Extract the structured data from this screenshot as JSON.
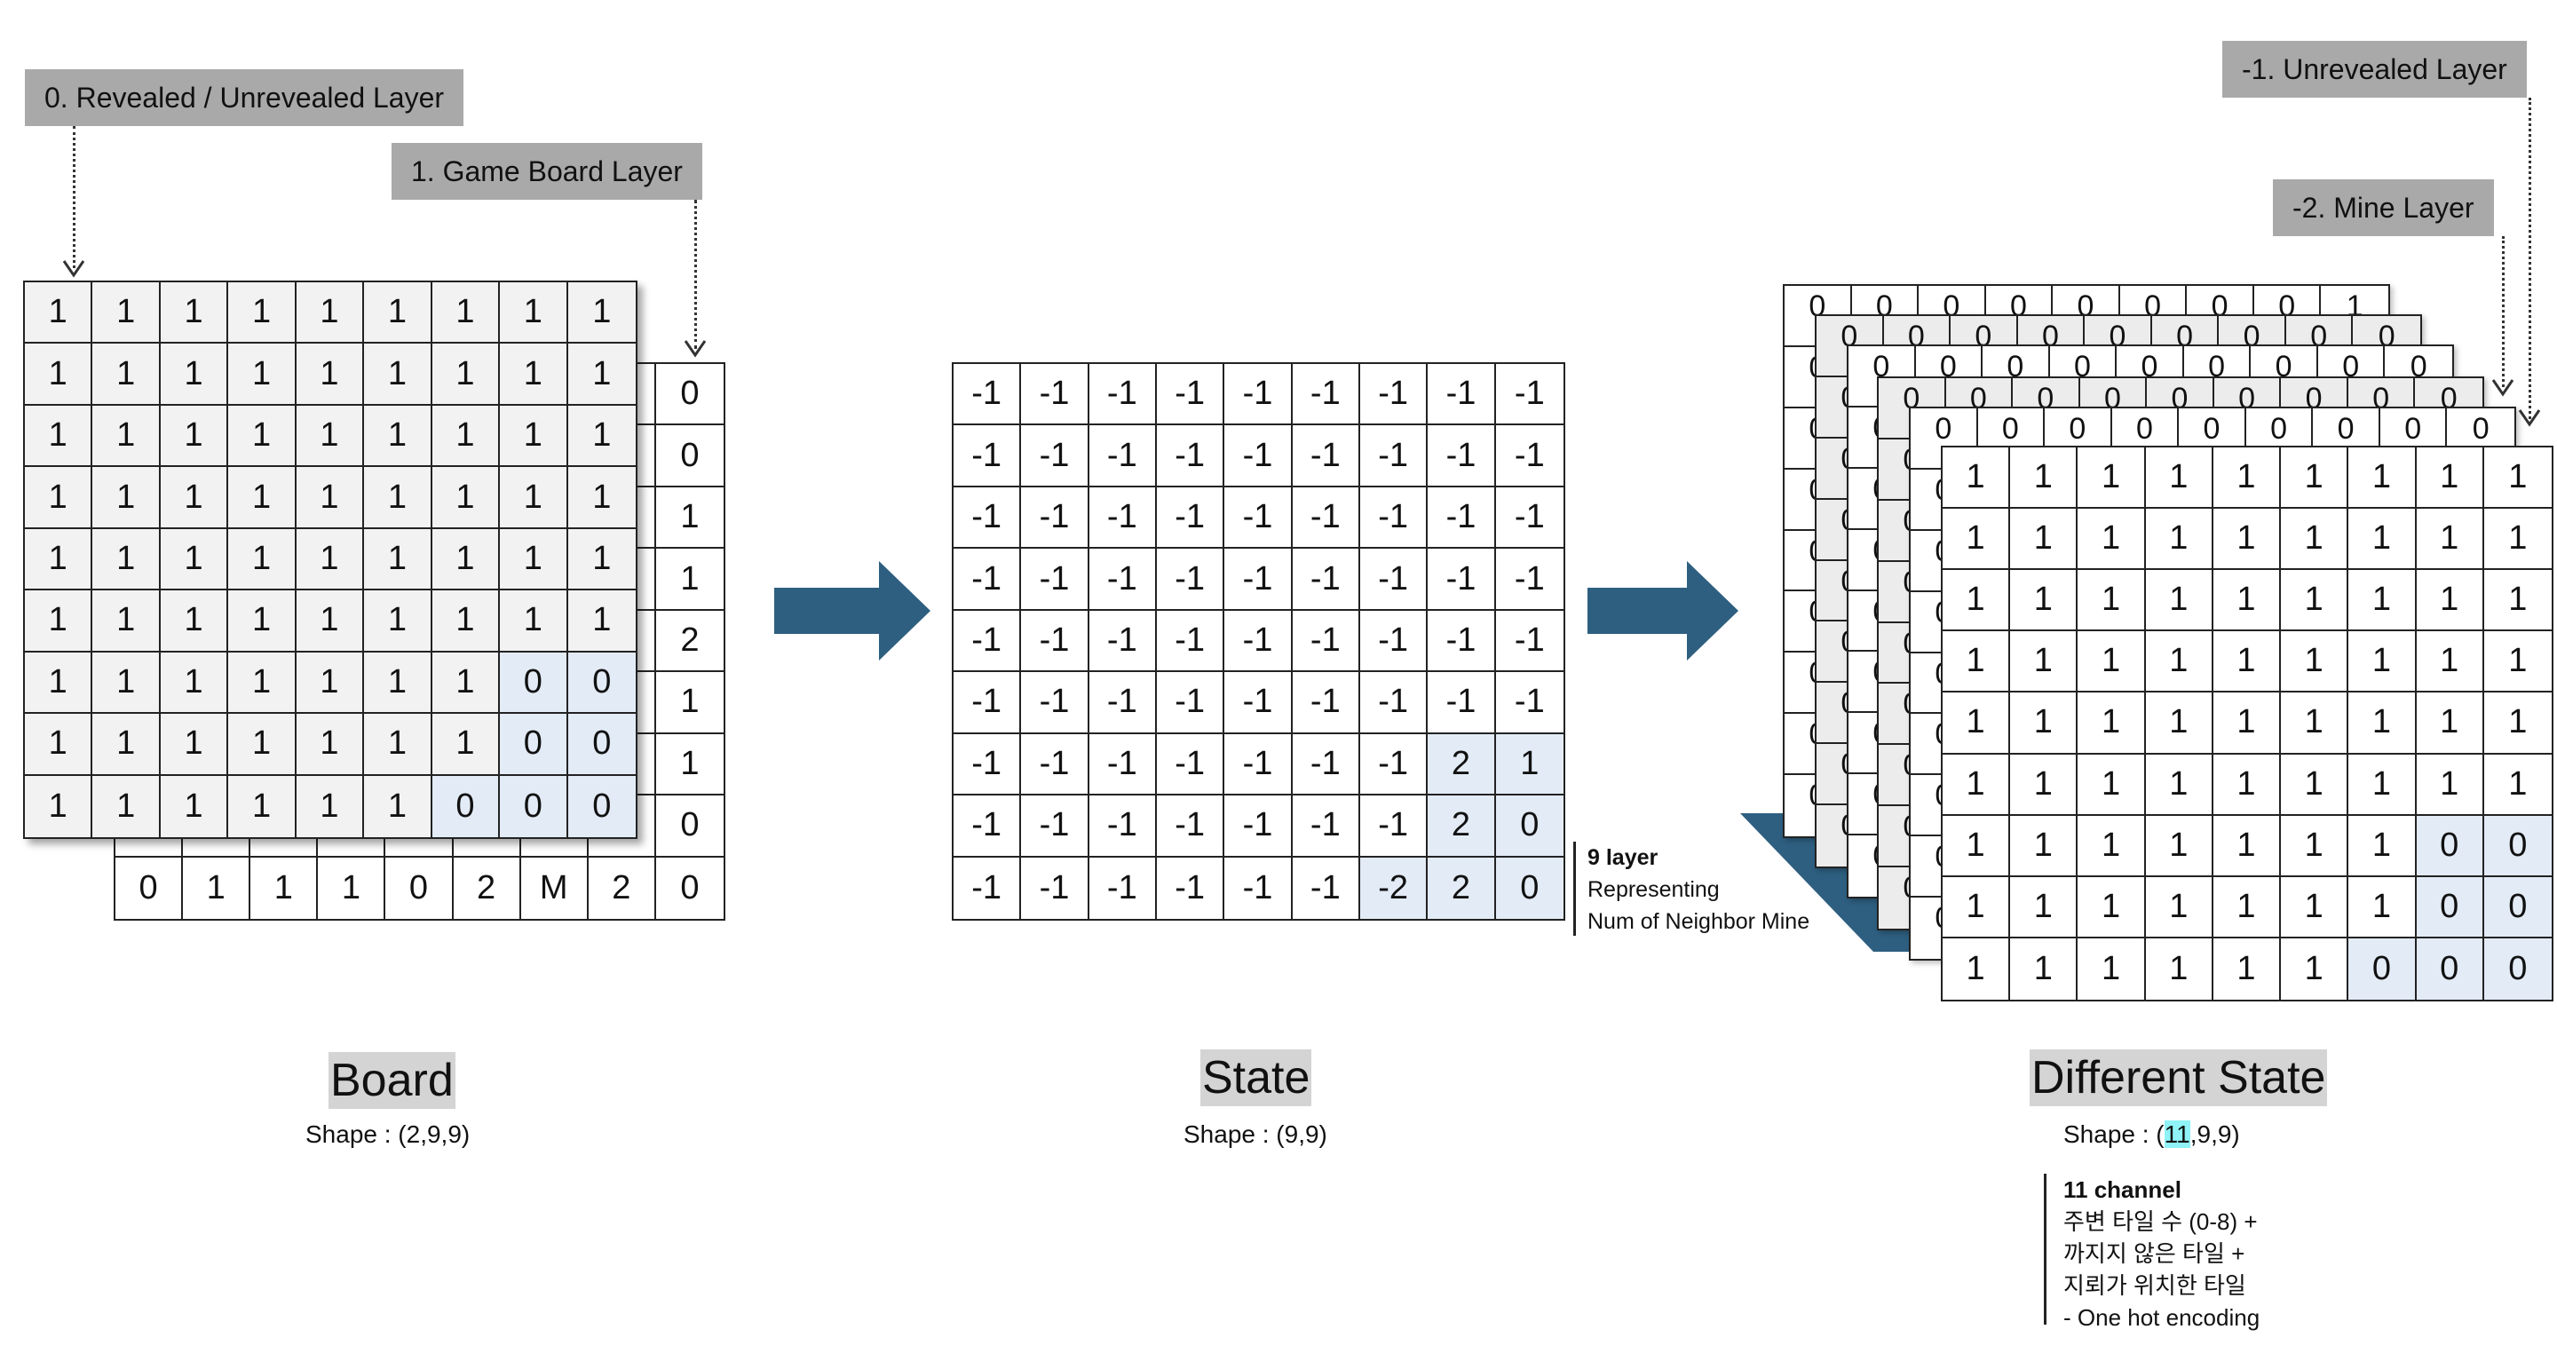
{
  "board": {
    "label_layer0": "0. Revealed / Unrevealed Layer",
    "label_layer1": "1. Game Board Layer",
    "front_rows": [
      [
        "1",
        "1",
        "1",
        "1",
        "1",
        "1",
        "1",
        "1",
        "1"
      ],
      [
        "1",
        "1",
        "1",
        "1",
        "1",
        "1",
        "1",
        "1",
        "1"
      ],
      [
        "1",
        "1",
        "1",
        "1",
        "1",
        "1",
        "1",
        "1",
        "1"
      ],
      [
        "1",
        "1",
        "1",
        "1",
        "1",
        "1",
        "1",
        "1",
        "1"
      ],
      [
        "1",
        "1",
        "1",
        "1",
        "1",
        "1",
        "1",
        "1",
        "1"
      ],
      [
        "1",
        "1",
        "1",
        "1",
        "1",
        "1",
        "1",
        "1",
        "1"
      ],
      [
        "1",
        "1",
        "1",
        "1",
        "1",
        "1",
        "1",
        "0",
        "0"
      ],
      [
        "1",
        "1",
        "1",
        "1",
        "1",
        "1",
        "1",
        "0",
        "0"
      ],
      [
        "1",
        "1",
        "1",
        "1",
        "1",
        "1",
        "0",
        "0",
        "0"
      ]
    ],
    "back_right_column": [
      "0",
      "0",
      "1",
      "1",
      "2",
      "1",
      "1",
      "0",
      "0"
    ],
    "back_bottom_row": [
      "0",
      "1",
      "1",
      "1",
      "0",
      "2",
      "M",
      "2",
      "0"
    ],
    "title": "Board",
    "shape": "Shape : (2,9,9)"
  },
  "state": {
    "rows": [
      [
        "-1",
        "-1",
        "-1",
        "-1",
        "-1",
        "-1",
        "-1",
        "-1",
        "-1"
      ],
      [
        "-1",
        "-1",
        "-1",
        "-1",
        "-1",
        "-1",
        "-1",
        "-1",
        "-1"
      ],
      [
        "-1",
        "-1",
        "-1",
        "-1",
        "-1",
        "-1",
        "-1",
        "-1",
        "-1"
      ],
      [
        "-1",
        "-1",
        "-1",
        "-1",
        "-1",
        "-1",
        "-1",
        "-1",
        "-1"
      ],
      [
        "-1",
        "-1",
        "-1",
        "-1",
        "-1",
        "-1",
        "-1",
        "-1",
        "-1"
      ],
      [
        "-1",
        "-1",
        "-1",
        "-1",
        "-1",
        "-1",
        "-1",
        "-1",
        "-1"
      ],
      [
        "-1",
        "-1",
        "-1",
        "-1",
        "-1",
        "-1",
        "-1",
        "2",
        "1"
      ],
      [
        "-1",
        "-1",
        "-1",
        "-1",
        "-1",
        "-1",
        "-1",
        "2",
        "0"
      ],
      [
        "-1",
        "-1",
        "-1",
        "-1",
        "-1",
        "-1",
        "-2",
        "2",
        "0"
      ]
    ],
    "title": "State",
    "shape": "Shape : (9,9)",
    "note_title": "9 layer",
    "note_line1": "Representing",
    "note_line2": "Num of Neighbor Mine"
  },
  "different_state": {
    "label_unrevealed": "-1. Unrevealed Layer",
    "label_mine": "-2. Mine Layer",
    "front_rows": [
      [
        "1",
        "1",
        "1",
        "1",
        "1",
        "1",
        "1",
        "1",
        "1"
      ],
      [
        "1",
        "1",
        "1",
        "1",
        "1",
        "1",
        "1",
        "1",
        "1"
      ],
      [
        "1",
        "1",
        "1",
        "1",
        "1",
        "1",
        "1",
        "1",
        "1"
      ],
      [
        "1",
        "1",
        "1",
        "1",
        "1",
        "1",
        "1",
        "1",
        "1"
      ],
      [
        "1",
        "1",
        "1",
        "1",
        "1",
        "1",
        "1",
        "1",
        "1"
      ],
      [
        "1",
        "1",
        "1",
        "1",
        "1",
        "1",
        "1",
        "1",
        "1"
      ],
      [
        "1",
        "1",
        "1",
        "1",
        "1",
        "1",
        "1",
        "0",
        "0"
      ],
      [
        "1",
        "1",
        "1",
        "1",
        "1",
        "1",
        "1",
        "0",
        "0"
      ],
      [
        "1",
        "1",
        "1",
        "1",
        "1",
        "1",
        "0",
        "0",
        "0"
      ]
    ],
    "back_top_row": [
      "0",
      "0",
      "0",
      "0",
      "0",
      "0",
      "0",
      "0",
      "1"
    ],
    "back_layer_value": "0",
    "title": "Different State",
    "shape_prefix": "Shape : (",
    "shape_highlight": "11",
    "shape_suffix": ",9,9)",
    "note_title": "11 channel",
    "note_line1": "주변 타일 수 (0-8) +",
    "note_line2": "까지지 않은 타일 +",
    "note_line3": "지뢰가 위치한 타일",
    "note_line4": "- One hot encoding"
  },
  "colors": {
    "arrow": "#2e5f80",
    "highlight_cell": "#e3ebf6",
    "label_bg": "#a9a9a9",
    "title_bg": "#d4d4d4",
    "cyan": "#8ff3f7"
  }
}
